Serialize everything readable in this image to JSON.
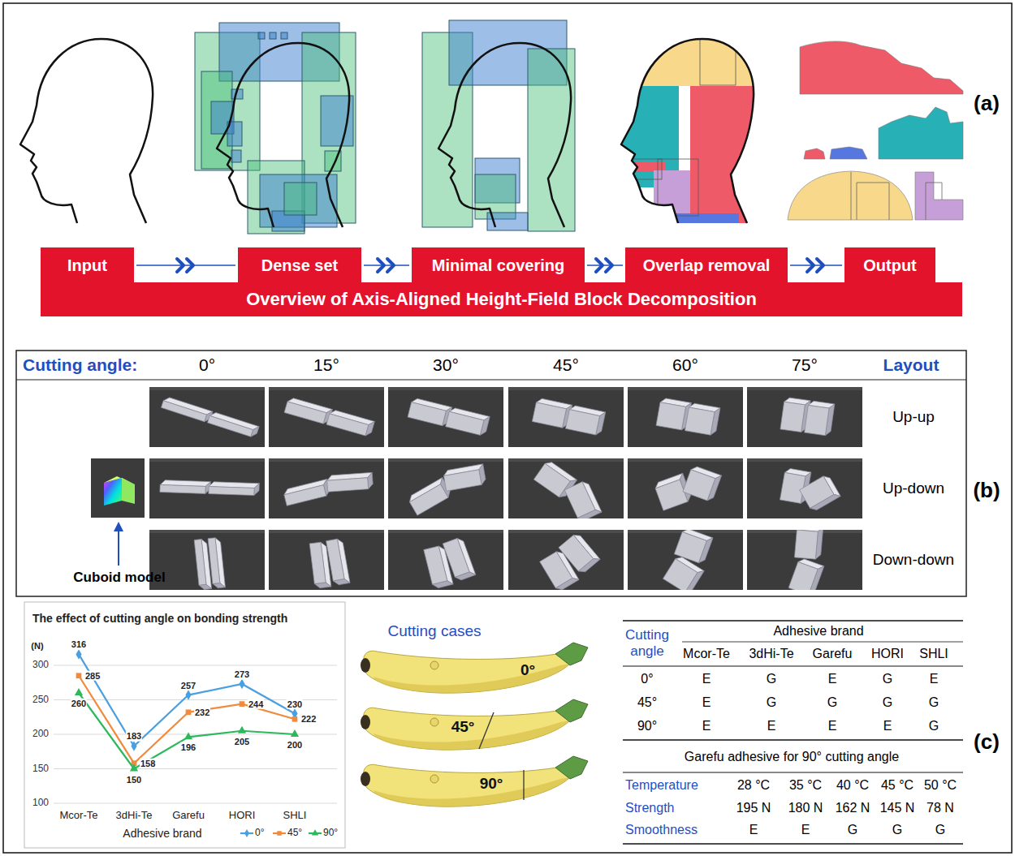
{
  "diagram": {
    "nodes": [
      {
        "text": [
          "Input"
        ]
      },
      {
        "text": [
          "Dense set"
        ]
      },
      {
        "text": [
          "Minimal covering"
        ]
      },
      {
        "text": [
          "Overlap removal"
        ]
      },
      {
        "text": [
          "Output"
        ]
      },
      {
        "text": [
          "Overview of Axis-Aligned Height-Field Block Decomposition"
        ]
      }
    ],
    "edges": [
      {
        "from": 0,
        "to": 1,
        "arrow": "to"
      },
      {
        "from": 1,
        "to": 2,
        "arrow": "to"
      },
      {
        "from": 2,
        "to": 3,
        "arrow": "to"
      },
      {
        "from": 3,
        "to": 4,
        "arrow": "to"
      }
    ],
    "labels": [
      "(a)",
      "Cutting angle:",
      "0°",
      "15°",
      "30°",
      "45°",
      "60°",
      "75°",
      "Layout",
      "Up-up",
      "Up-down",
      "(b)",
      "Down-down",
      "Cuboid model",
      "The effect of cutting angle on bonding strength",
      "(N)",
      "300",
      "250",
      "200",
      "150",
      "100",
      "316",
      "183",
      "257",
      "273",
      "230",
      "285",
      "158",
      "232",
      "244",
      "222",
      "260",
      "150",
      "196",
      "205",
      "200",
      "Mcor-Te",
      "3dHi-Te",
      "Garefu",
      "HORI",
      "SHLI",
      "Adhesive brand",
      "Cutting cases",
      "0°",
      "45°",
      "90°",
      "Cutting angle",
      "Adhesive brand",
      "Mcor-Te",
      "3dHi-Te",
      "Garefu",
      "HORI",
      "SHLI",
      "0°",
      "E",
      "G",
      "E",
      "G",
      "E",
      "45°",
      "E",
      "G",
      "G",
      "G",
      "G",
      "90°",
      "E",
      "E",
      "E",
      "E",
      "G",
      "Garefu adhesive for 90° cutting angle",
      "Temperature",
      "28 °C",
      "35 °C",
      "40 °C",
      "45 °C",
      "50 °C",
      "Strength",
      "195 N",
      "180 N",
      "162 N",
      "145 N",
      "78 N",
      "Smoothness",
      "E",
      "E",
      "G",
      "G",
      "G",
      "(c)"
    ],
    "legend": [
      {
        "text": "0°"
      },
      {
        "text": "45°"
      },
      {
        "text": "90°"
      }
    ]
  }
}
